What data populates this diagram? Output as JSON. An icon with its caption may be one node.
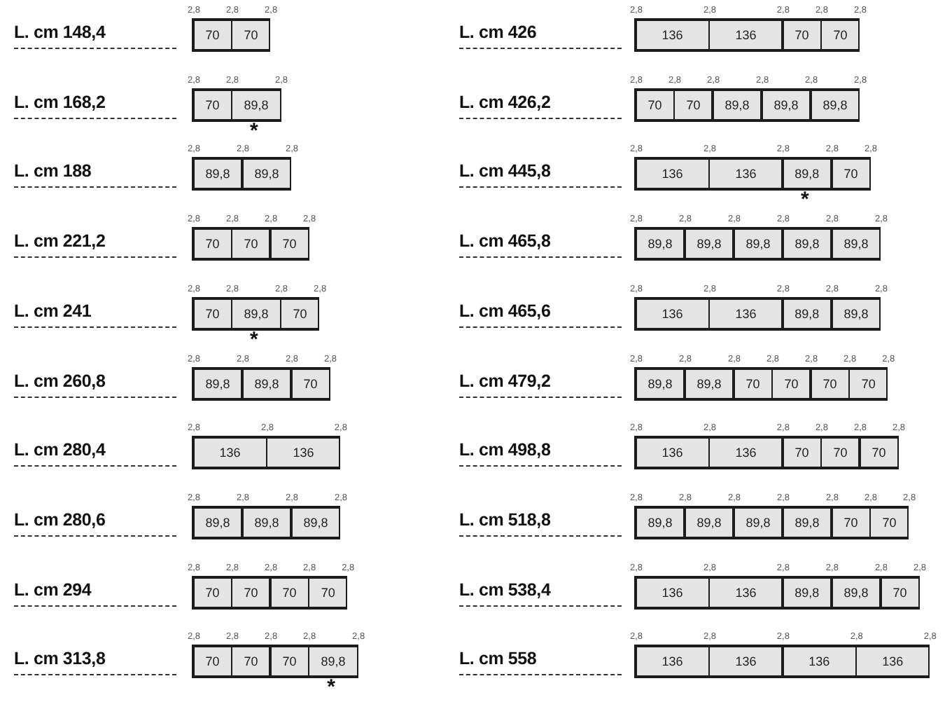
{
  "diagram": {
    "labels": [
      "L. cm 148,4",
      "L. cm 168,2",
      "L. cm 188",
      "L. cm 221,2",
      "L. cm 241",
      "L. cm 260,8",
      "L. cm 280,4",
      "L. cm 280,6",
      "L. cm 294",
      "L. cm 313,8",
      "L. cm 426",
      "L. cm 426,2",
      "L. cm 445,8",
      "L. cm 465,8",
      "L. cm 465,6",
      "L. cm 479,2",
      "L. cm 498,8",
      "L. cm 518,8",
      "L. cm 538,4",
      "L. cm 558"
    ],
    "nodes": [
      {
        "text": [],
        "shape": "bar",
        "beside": [
          "2,8",
          "2,8",
          "2,8"
        ]
      },
      {
        "text": [
          "70"
        ],
        "in": 0
      },
      {
        "text": [
          "70"
        ],
        "in": 0
      },
      {
        "text": [],
        "shape": "bar",
        "beside": [
          "2,8",
          "2,8",
          "2,8",
          "*"
        ]
      },
      {
        "text": [
          "70"
        ],
        "in": 3
      },
      {
        "text": [
          "89,8"
        ],
        "in": 3
      },
      {
        "text": [],
        "shape": "bar",
        "beside": [
          "2,8",
          "2,8",
          "2,8"
        ]
      },
      {
        "text": [
          "89,8"
        ],
        "in": 6
      },
      {
        "text": [
          "89,8"
        ],
        "in": 6
      },
      {
        "text": [],
        "shape": "bar",
        "beside": [
          "2,8",
          "2,8",
          "2,8",
          "2,8"
        ]
      },
      {
        "text": [
          "70"
        ],
        "in": 9
      },
      {
        "text": [
          "70"
        ],
        "in": 9
      },
      {
        "text": [
          "70"
        ],
        "in": 9
      },
      {
        "text": [],
        "shape": "bar",
        "beside": [
          "2,8",
          "2,8",
          "2,8",
          "2,8",
          "*"
        ]
      },
      {
        "text": [
          "70"
        ],
        "in": 13
      },
      {
        "text": [
          "89,8"
        ],
        "in": 13
      },
      {
        "text": [
          "70"
        ],
        "in": 13
      },
      {
        "text": [],
        "shape": "bar",
        "beside": [
          "2,8",
          "2,8",
          "2,8",
          "2,8"
        ]
      },
      {
        "text": [
          "89,8"
        ],
        "in": 17
      },
      {
        "text": [
          "89,8"
        ],
        "in": 17
      },
      {
        "text": [
          "70"
        ],
        "in": 17
      },
      {
        "text": [],
        "shape": "bar",
        "beside": [
          "2,8",
          "2,8",
          "2,8"
        ]
      },
      {
        "text": [
          "136"
        ],
        "in": 21
      },
      {
        "text": [
          "136"
        ],
        "in": 21
      },
      {
        "text": [],
        "shape": "bar",
        "beside": [
          "2,8",
          "2,8",
          "2,8",
          "2,8"
        ]
      },
      {
        "text": [
          "89,8"
        ],
        "in": 24
      },
      {
        "text": [
          "89,8"
        ],
        "in": 24
      },
      {
        "text": [
          "89,8"
        ],
        "in": 24
      },
      {
        "text": [],
        "shape": "bar",
        "beside": [
          "2,8",
          "2,8",
          "2,8",
          "2,8",
          "2,8"
        ]
      },
      {
        "text": [
          "70"
        ],
        "in": 28
      },
      {
        "text": [
          "70"
        ],
        "in": 28
      },
      {
        "text": [
          "70"
        ],
        "in": 28
      },
      {
        "text": [
          "70"
        ],
        "in": 28
      },
      {
        "text": [],
        "shape": "bar",
        "beside": [
          "2,8",
          "2,8",
          "2,8",
          "2,8",
          "2,8",
          "*"
        ]
      },
      {
        "text": [
          "70"
        ],
        "in": 33
      },
      {
        "text": [
          "70"
        ],
        "in": 33
      },
      {
        "text": [
          "70"
        ],
        "in": 33
      },
      {
        "text": [
          "89,8"
        ],
        "in": 33
      },
      {
        "text": [],
        "shape": "bar",
        "beside": [
          "2,8",
          "2,8",
          "2,8",
          "2,8",
          "2,8"
        ]
      },
      {
        "text": [
          "136"
        ],
        "in": 38
      },
      {
        "text": [
          "136"
        ],
        "in": 38
      },
      {
        "text": [
          "70"
        ],
        "in": 38
      },
      {
        "text": [
          "70"
        ],
        "in": 38
      },
      {
        "text": [],
        "shape": "bar",
        "beside": [
          "2,8",
          "2,8",
          "2,8",
          "2,8",
          "2,8",
          "2,8"
        ]
      },
      {
        "text": [
          "70"
        ],
        "in": 43
      },
      {
        "text": [
          "70"
        ],
        "in": 43
      },
      {
        "text": [
          "89,8"
        ],
        "in": 43
      },
      {
        "text": [
          "89,8"
        ],
        "in": 43
      },
      {
        "text": [
          "89,8"
        ],
        "in": 43
      },
      {
        "text": [],
        "shape": "bar",
        "beside": [
          "2,8",
          "2,8",
          "2,8",
          "2,8",
          "2,8",
          "*"
        ]
      },
      {
        "text": [
          "136"
        ],
        "in": 49
      },
      {
        "text": [
          "136"
        ],
        "in": 49
      },
      {
        "text": [
          "89,8"
        ],
        "in": 49
      },
      {
        "text": [
          "70"
        ],
        "in": 49
      },
      {
        "text": [],
        "shape": "bar",
        "beside": [
          "2,8",
          "2,8",
          "2,8",
          "2,8",
          "2,8",
          "2,8"
        ]
      },
      {
        "text": [
          "89,8"
        ],
        "in": 54
      },
      {
        "text": [
          "89,8"
        ],
        "in": 54
      },
      {
        "text": [
          "89,8"
        ],
        "in": 54
      },
      {
        "text": [
          "89,8"
        ],
        "in": 54
      },
      {
        "text": [
          "89,8"
        ],
        "in": 54
      },
      {
        "text": [],
        "shape": "bar",
        "beside": [
          "2,8",
          "2,8",
          "2,8",
          "2,8",
          "2,8"
        ]
      },
      {
        "text": [
          "136"
        ],
        "in": 60
      },
      {
        "text": [
          "136"
        ],
        "in": 60
      },
      {
        "text": [
          "89,8"
        ],
        "in": 60
      },
      {
        "text": [
          "89,8"
        ],
        "in": 60
      },
      {
        "text": [],
        "shape": "bar",
        "beside": [
          "2,8",
          "2,8",
          "2,8",
          "2,8",
          "2,8",
          "2,8",
          "2,8"
        ]
      },
      {
        "text": [
          "89,8"
        ],
        "in": 65
      },
      {
        "text": [
          "89,8"
        ],
        "in": 65
      },
      {
        "text": [
          "70"
        ],
        "in": 65
      },
      {
        "text": [
          "70"
        ],
        "in": 65
      },
      {
        "text": [
          "70"
        ],
        "in": 65
      },
      {
        "text": [
          "70"
        ],
        "in": 65
      },
      {
        "text": [],
        "shape": "bar",
        "beside": [
          "2,8",
          "2,8",
          "2,8",
          "2,8",
          "2,8",
          "2,8"
        ]
      },
      {
        "text": [
          "136"
        ],
        "in": 72
      },
      {
        "text": [
          "136"
        ],
        "in": 72
      },
      {
        "text": [
          "70"
        ],
        "in": 72
      },
      {
        "text": [
          "70"
        ],
        "in": 72
      },
      {
        "text": [
          "70"
        ],
        "in": 72
      },
      {
        "text": [],
        "shape": "bar",
        "beside": [
          "2,8",
          "2,8",
          "2,8",
          "2,8",
          "2,8",
          "2,8",
          "2,8"
        ]
      },
      {
        "text": [
          "89,8"
        ],
        "in": 78
      },
      {
        "text": [
          "89,8"
        ],
        "in": 78
      },
      {
        "text": [
          "89,8"
        ],
        "in": 78
      },
      {
        "text": [
          "89,8"
        ],
        "in": 78
      },
      {
        "text": [
          "70"
        ],
        "in": 78
      },
      {
        "text": [
          "70"
        ],
        "in": 78
      },
      {
        "text": [],
        "shape": "bar",
        "beside": [
          "2,8",
          "2,8",
          "2,8",
          "2,8",
          "2,8",
          "2,8"
        ]
      },
      {
        "text": [
          "136"
        ],
        "in": 85
      },
      {
        "text": [
          "136"
        ],
        "in": 85
      },
      {
        "text": [
          "89,8"
        ],
        "in": 85
      },
      {
        "text": [
          "89,8"
        ],
        "in": 85
      },
      {
        "text": [
          "70"
        ],
        "in": 85
      },
      {
        "text": [],
        "shape": "bar",
        "beside": [
          "2,8",
          "2,8",
          "2,8",
          "2,8",
          "2,8"
        ]
      },
      {
        "text": [
          "136"
        ],
        "in": 91
      },
      {
        "text": [
          "136"
        ],
        "in": 91
      },
      {
        "text": [
          "136"
        ],
        "in": 91
      },
      {
        "text": [
          "136"
        ],
        "in": 91
      }
    ]
  }
}
